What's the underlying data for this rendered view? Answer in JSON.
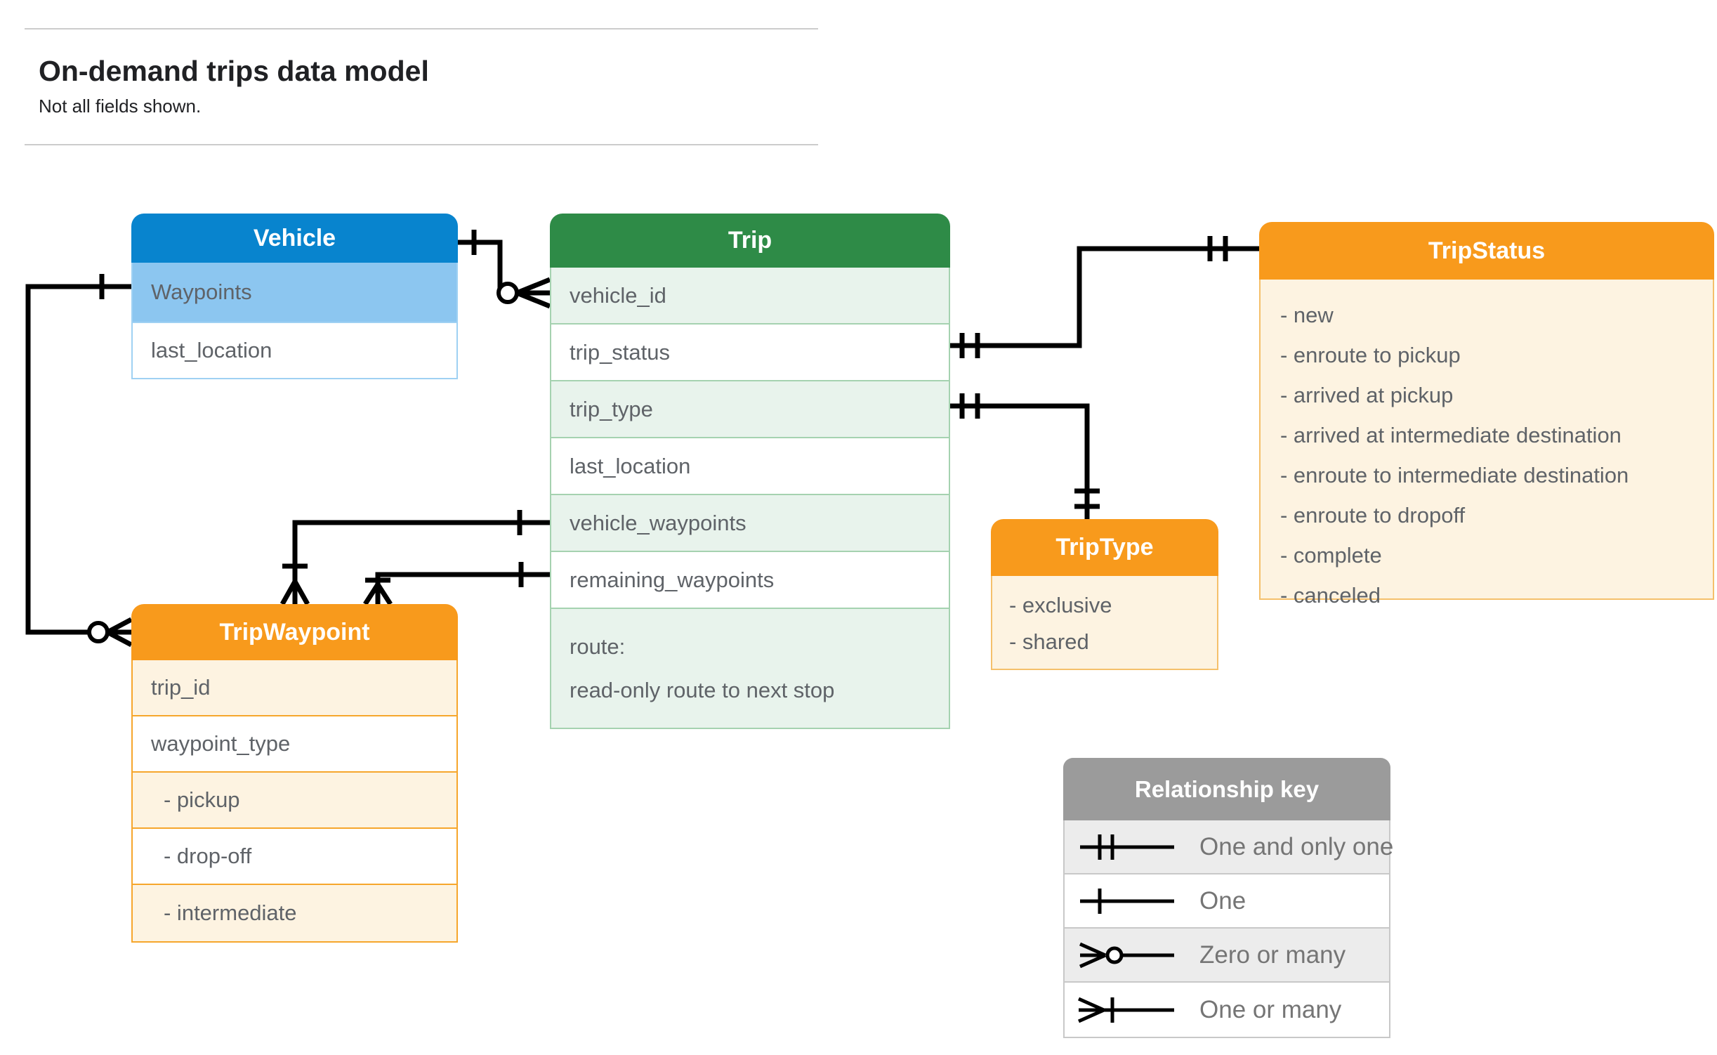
{
  "page": {
    "title": "On-demand trips data model",
    "subtitle": "Not all fields shown."
  },
  "entities": {
    "vehicle": {
      "title": "Vehicle",
      "fields": [
        "Waypoints",
        "last_location"
      ]
    },
    "trip": {
      "title": "Trip",
      "fields": [
        "vehicle_id",
        "trip_status",
        "trip_type",
        "last_location",
        "vehicle_waypoints",
        "remaining_waypoints"
      ],
      "route": {
        "line1": "route:",
        "line2": "read-only route to next stop"
      }
    },
    "tripStatus": {
      "title": "TripStatus",
      "values": [
        "- new",
        "- enroute to pickup",
        "- arrived at pickup",
        "- arrived at intermediate destination",
        "- enroute to intermediate destination",
        "- enroute to dropoff",
        "- complete",
        "- canceled"
      ]
    },
    "tripWaypoint": {
      "title": "TripWaypoint",
      "fields": [
        "trip_id",
        "waypoint_type",
        "- pickup",
        "- drop-off",
        "- intermediate"
      ]
    },
    "tripType": {
      "title": "TripType",
      "values": [
        "- exclusive",
        "- shared"
      ]
    }
  },
  "legend": {
    "title": "Relationship key",
    "items": [
      {
        "symbol": "one-and-only-one",
        "label": "One and only one"
      },
      {
        "symbol": "one",
        "label": "One"
      },
      {
        "symbol": "zero-or-many",
        "label": "Zero or many"
      },
      {
        "symbol": "one-or-many",
        "label": "One or many"
      }
    ]
  },
  "colors": {
    "blue-header": "#0884ce",
    "blue-row": "#8cc6f0",
    "blue-border": "#9fd1f3",
    "green-header": "#2e8b47",
    "green-row": "#e8f3ec",
    "green-border": "#a5d2b0",
    "orange-header": "#f89a1c",
    "cream-row": "#fdf3e1",
    "orange-border": "#f6a62c",
    "orange-border-light": "#f5c06b",
    "gray-header": "#9b9b9b",
    "gray-row": "#ececec",
    "gray-border": "#c8c8c8",
    "text-field": "#5f6368",
    "text-legend": "#757575",
    "line": "#000000"
  }
}
